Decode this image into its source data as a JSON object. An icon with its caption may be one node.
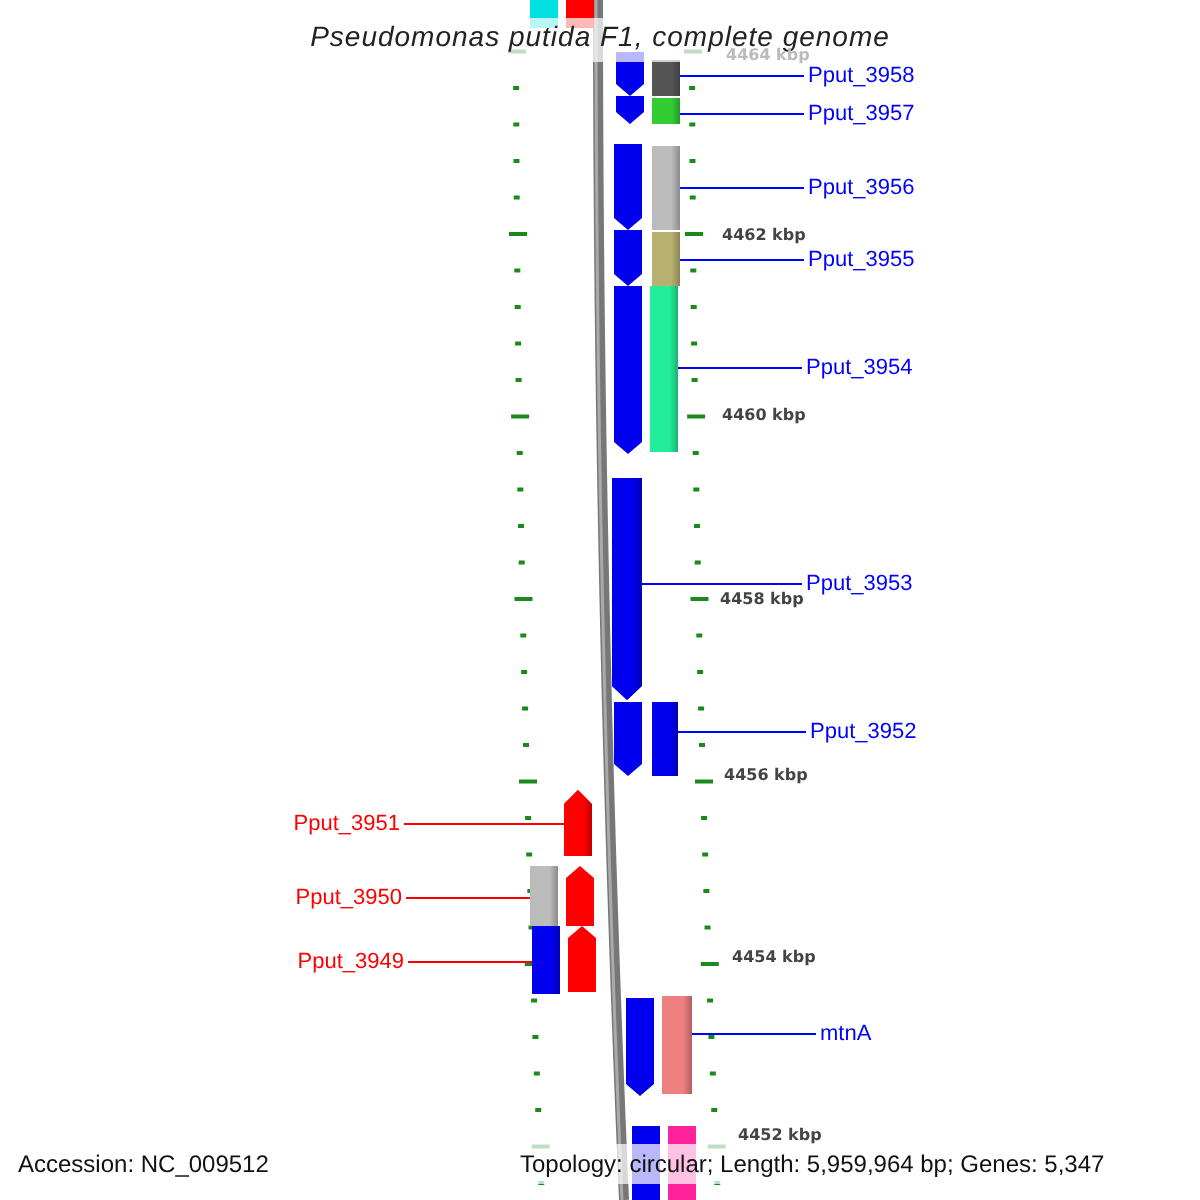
{
  "diagram": {
    "title": "Pseudomonas putida F1, complete genome",
    "nodes": [
      {
        "text": [
          "Pput_3958"
        ]
      },
      {
        "text": [
          "Pput_3957"
        ]
      },
      {
        "text": [
          "Pput_3956"
        ]
      },
      {
        "text": [
          "Pput_3955"
        ]
      },
      {
        "text": [
          "Pput_3954"
        ]
      },
      {
        "text": [
          "Pput_3953"
        ]
      },
      {
        "text": [
          "Pput_3952"
        ]
      },
      {
        "text": [
          "Pput_3951"
        ]
      },
      {
        "text": [
          "Pput_3950"
        ]
      },
      {
        "text": [
          "Pput_3949"
        ]
      },
      {
        "text": [
          "mtnA"
        ]
      },
      {
        "text": [],
        "shape": "bar"
      },
      {
        "text": [],
        "shape": "bar"
      },
      {
        "text": [],
        "shape": "bar"
      },
      {
        "text": [],
        "shape": "bar"
      },
      {
        "text": [],
        "shape": "bar"
      },
      {
        "text": [],
        "shape": "arrow"
      },
      {
        "text": [],
        "shape": "bar"
      },
      {
        "text": [],
        "shape": "arrow"
      },
      {
        "text": [],
        "shape": "bar"
      },
      {
        "text": [],
        "shape": "bar"
      },
      {
        "text": [],
        "shape": "bar"
      }
    ],
    "edges": [
      {
        "from": 0,
        "to": 11,
        "arrow": "none"
      },
      {
        "from": 1,
        "to": 12,
        "arrow": "none"
      },
      {
        "from": 2,
        "to": 13,
        "arrow": "none"
      },
      {
        "from": 3,
        "to": 14,
        "arrow": "none"
      },
      {
        "from": 4,
        "to": 15,
        "arrow": "none"
      },
      {
        "from": 5,
        "to": 16,
        "arrow": "none"
      },
      {
        "from": 6,
        "to": 17,
        "arrow": "none"
      },
      {
        "from": 7,
        "to": 18,
        "arrow": "none",
        "color": "#ff0000"
      },
      {
        "from": 8,
        "to": 19,
        "arrow": "none",
        "color": "#ff0000"
      },
      {
        "from": 9,
        "to": 20,
        "arrow": "none",
        "color": "#ff0000"
      },
      {
        "from": 10,
        "to": 21,
        "arrow": "none"
      }
    ],
    "labels": [
      "4464 kbp",
      "4462 kbp",
      "4460 kbp",
      "4458 kbp",
      "4456 kbp",
      "4454 kbp",
      "4452 kbp",
      "Accession: NC_009512",
      "Topology: circular; Length: 5,959,964 bp; Genes: 5,347"
    ]
  }
}
